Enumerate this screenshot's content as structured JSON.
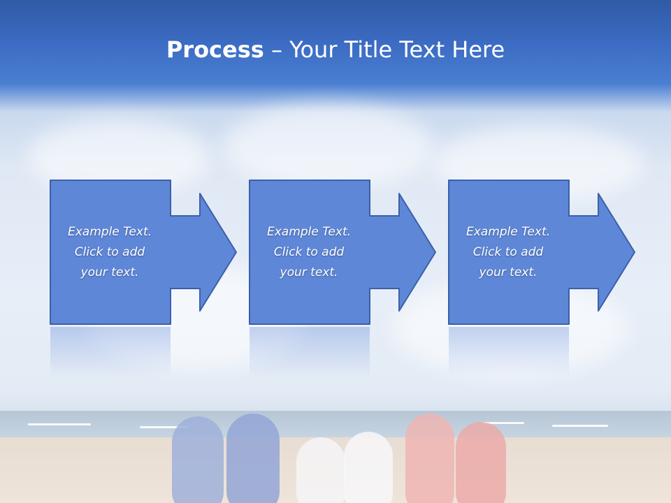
{
  "slide": {
    "title_bold": "Process",
    "title_rest": " – Your Title Text Here",
    "steps": [
      {
        "text": "Example Text.\nClick  to add\nyour text."
      },
      {
        "text": "Example Text.\nClick  to add\nyour text."
      },
      {
        "text": "Example Text.\nClick  to add\nyour text."
      }
    ],
    "colors": {
      "box_fill": "#5f87d8",
      "box_stroke": "#3c5fa8",
      "header_blue": "#3b6bc2"
    }
  }
}
